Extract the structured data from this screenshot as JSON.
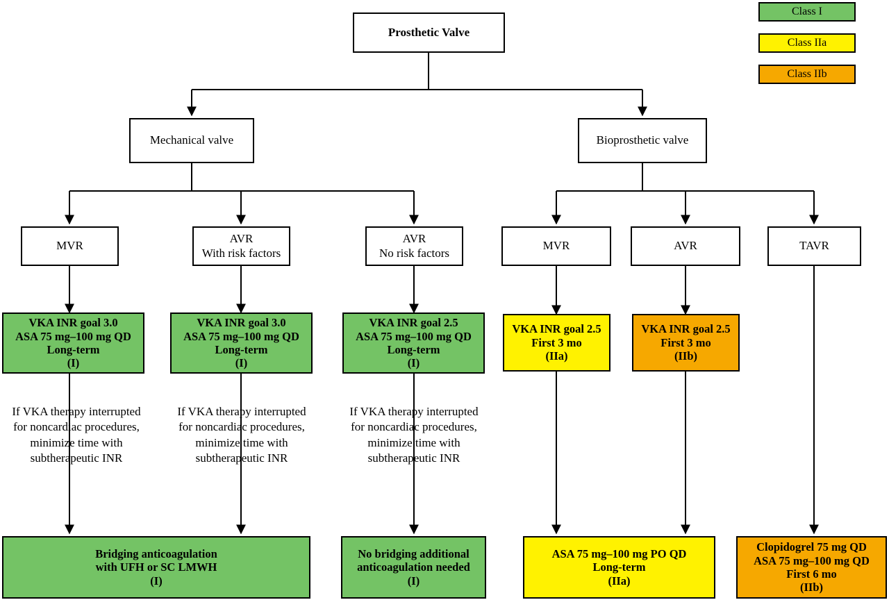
{
  "legend": {
    "title": "Recommendation class legend",
    "items": [
      {
        "label": "Class I",
        "color": "#74c365"
      },
      {
        "label": "Class IIa",
        "color": "#fff200"
      },
      {
        "label": "Class IIb",
        "color": "#f6a800"
      }
    ]
  },
  "nodes": {
    "root": {
      "lines": [
        "Prosthetic Valve"
      ]
    },
    "mechanical": {
      "lines": [
        "Mechanical valve"
      ]
    },
    "bioprosthetic": {
      "lines": [
        "Bioprosthetic valve"
      ]
    },
    "mech_mvr": {
      "lines": [
        "MVR"
      ]
    },
    "mech_avr_risk": {
      "lines": [
        "AVR",
        "With risk factors"
      ]
    },
    "mech_avr_norisk": {
      "lines": [
        "AVR",
        "No risk factors"
      ]
    },
    "bio_mvr": {
      "lines": [
        "MVR"
      ]
    },
    "bio_avr": {
      "lines": [
        "AVR"
      ]
    },
    "bio_tavr": {
      "lines": [
        "TAVR"
      ]
    },
    "rx_mech_mvr": {
      "lines": [
        "VKA INR goal 3.0",
        "ASA 75 mg–100 mg QD",
        "Long-term",
        "(I)"
      ],
      "class": "Class I"
    },
    "rx_mech_avr_risk": {
      "lines": [
        "VKA INR goal 3.0",
        "ASA 75 mg–100 mg QD",
        "Long-term",
        "(I)"
      ],
      "class": "Class I"
    },
    "rx_mech_avr_norisk": {
      "lines": [
        "VKA INR goal 2.5",
        "ASA 75 mg–100 mg QD",
        "Long-term",
        "(I)"
      ],
      "class": "Class I"
    },
    "rx_bio_mvr": {
      "lines": [
        "VKA INR goal 2.5",
        "First 3 mo",
        "(IIa)"
      ],
      "class": "Class IIa"
    },
    "rx_bio_avr": {
      "lines": [
        "VKA INR goal 2.5",
        "First 3 mo",
        "(IIb)"
      ],
      "class": "Class IIb"
    },
    "out_bridging": {
      "lines": [
        "Bridging anticoagulation",
        "with UFH or SC LMWH",
        "(I)"
      ],
      "class": "Class I"
    },
    "out_no_bridging": {
      "lines": [
        "No bridging additional",
        "anticoagulation needed",
        "(I)"
      ],
      "class": "Class I"
    },
    "out_asa": {
      "lines": [
        "ASA 75 mg–100 mg PO QD",
        "Long-term",
        "(IIa)"
      ],
      "class": "Class IIa"
    },
    "out_clopidogrel": {
      "lines": [
        "Clopidogrel 75 mg QD",
        "ASA 75 mg–100 mg QD",
        "First 6 mo",
        "(IIb)"
      ],
      "class": "Class IIb"
    }
  },
  "notes": {
    "note_mech_mvr": {
      "lines": [
        "If VKA therapy interrupted",
        "for noncardiac procedures,",
        "minimize time with",
        "subtherapeutic INR"
      ]
    },
    "note_mech_avr_risk": {
      "lines": [
        "If VKA therapy interrupted",
        "for noncardiac procedures,",
        "minimize time with",
        "subtherapeutic INR"
      ]
    },
    "note_mech_avr_norisk": {
      "lines": [
        "If VKA therapy interrupted",
        "for noncardiac procedures,",
        "minimize time with",
        "subtherapeutic INR"
      ]
    }
  },
  "colors": {
    "class_i": "#74c365",
    "class_iia": "#fff200",
    "class_iib": "#f6a800",
    "stroke": "#000000",
    "background": "#ffffff"
  }
}
